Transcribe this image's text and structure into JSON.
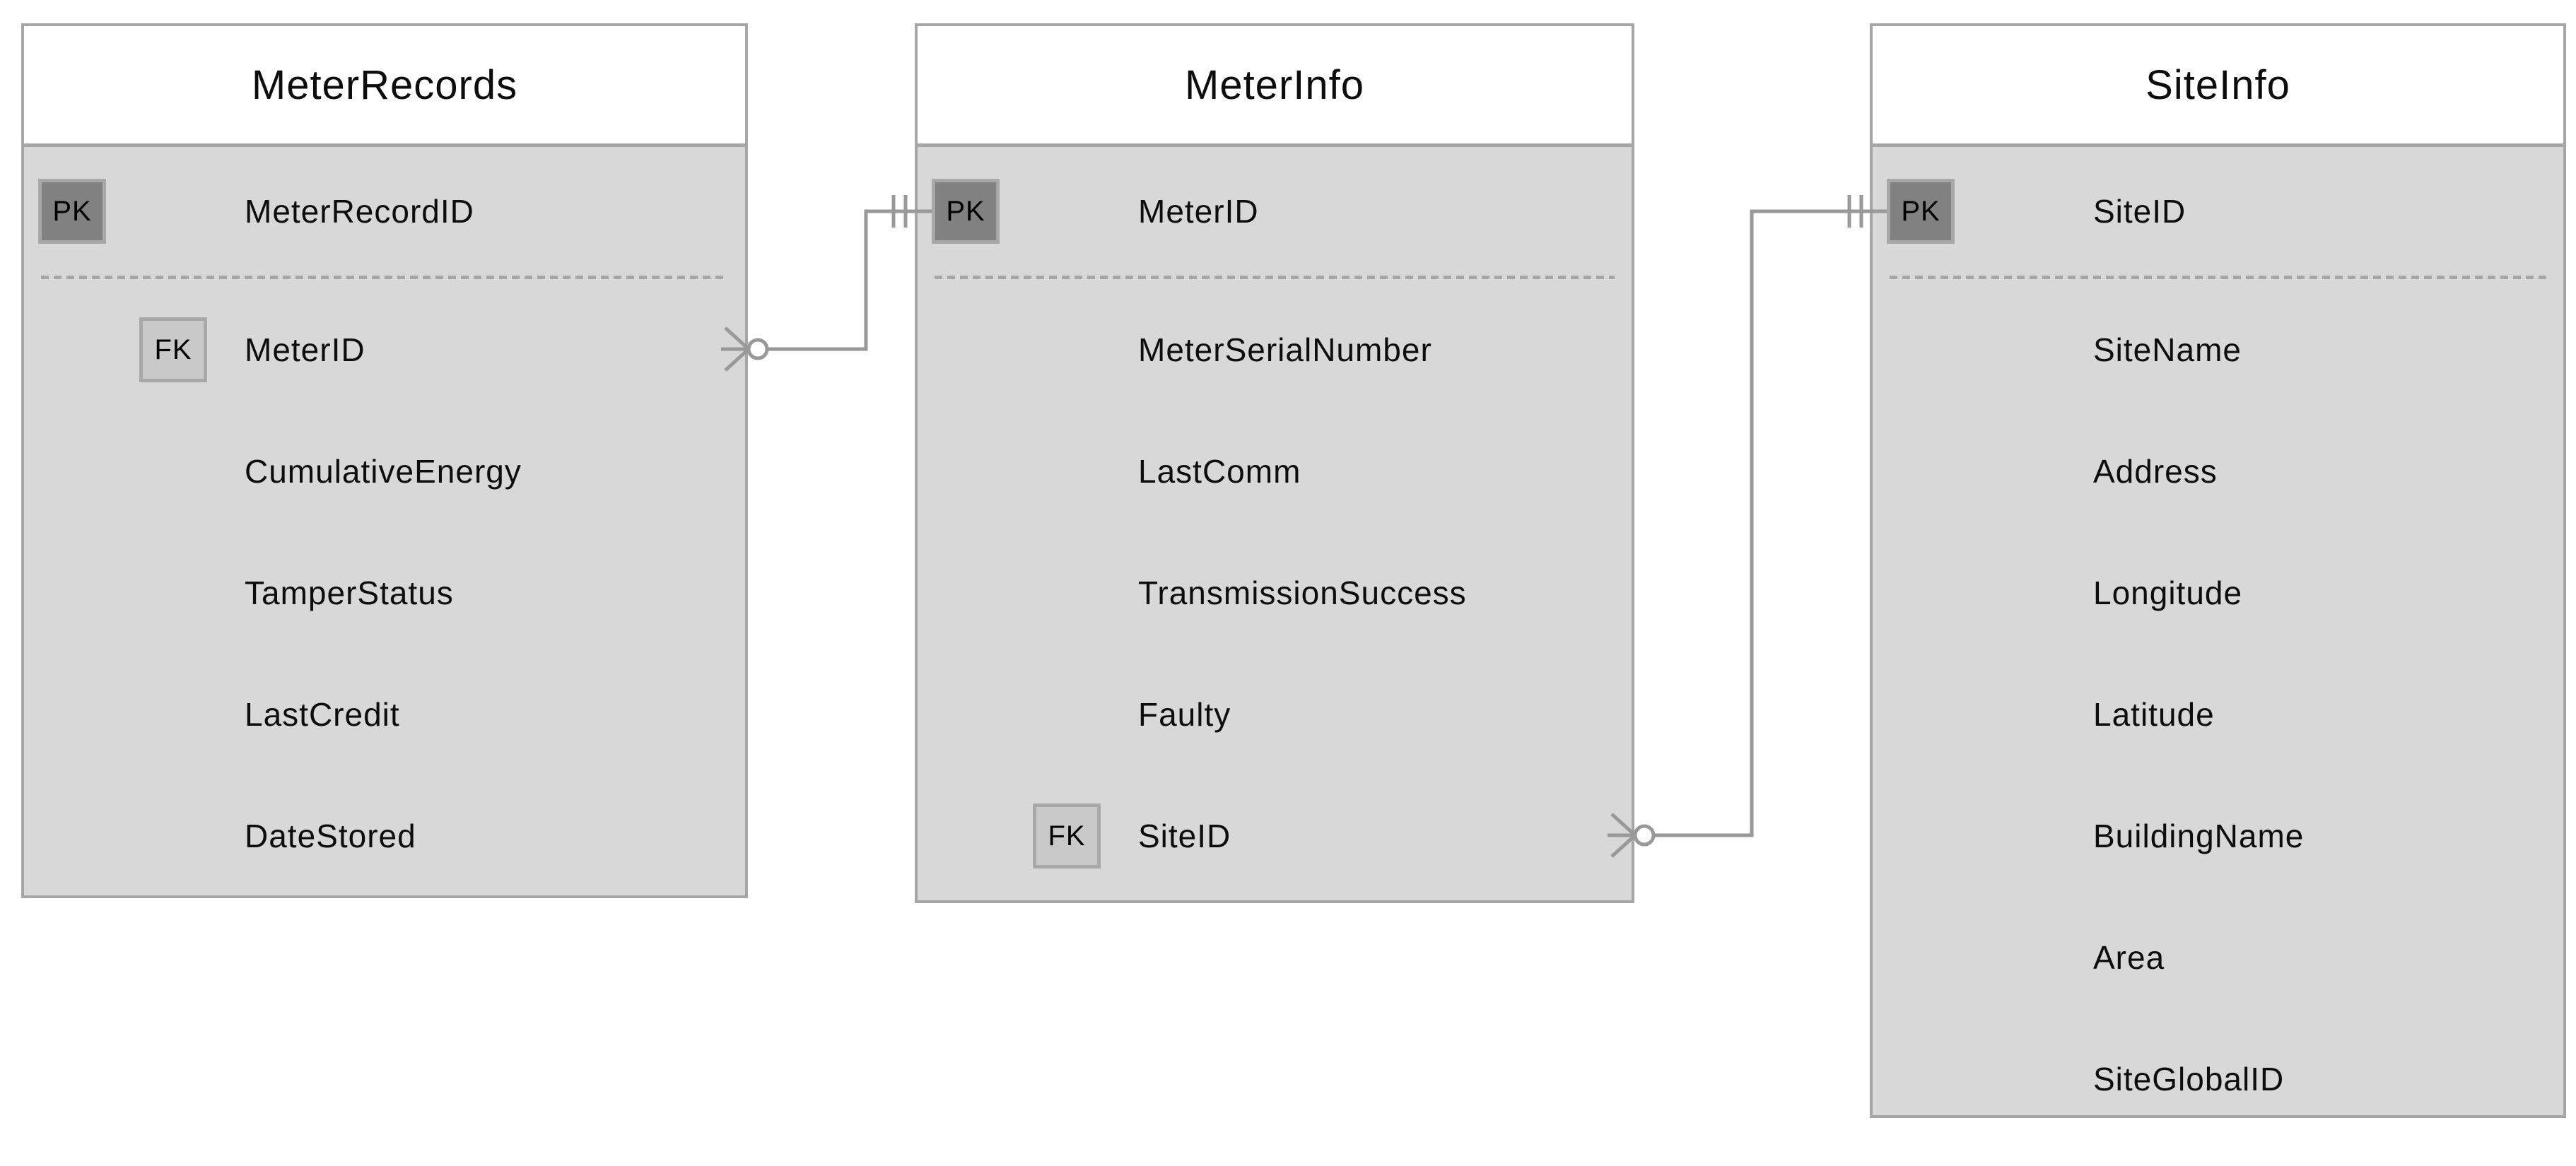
{
  "colors": {
    "canvas_bg": "#ffffff",
    "table_header_bg": "#ffffff",
    "table_body_bg": "#d8d8d8",
    "table_border": "#a6a6a6",
    "pk_badge_bg": "#818181",
    "fk_badge_bg": "#c9c9c9",
    "badge_border": "#a8a8a8",
    "dash_color": "#a6a6a6",
    "connector": "#999999",
    "text_color": "#0d0d0d",
    "badge_text": "#000000"
  },
  "tables": [
    {
      "title": "MeterRecords",
      "primary_key": {
        "badge": "PK",
        "name": "MeterRecordID"
      },
      "columns": [
        {
          "badge": "FK",
          "name": "MeterID"
        },
        {
          "badge": "",
          "name": "CumulativeEnergy"
        },
        {
          "badge": "",
          "name": "TamperStatus"
        },
        {
          "badge": "",
          "name": "LastCredit"
        },
        {
          "badge": "",
          "name": "DateStored"
        }
      ]
    },
    {
      "title": "MeterInfo",
      "primary_key": {
        "badge": "PK",
        "name": "MeterID"
      },
      "columns": [
        {
          "badge": "",
          "name": "MeterSerialNumber"
        },
        {
          "badge": "",
          "name": "LastComm"
        },
        {
          "badge": "",
          "name": "TransmissionSuccess"
        },
        {
          "badge": "",
          "name": "Faulty"
        },
        {
          "badge": "FK",
          "name": "SiteID"
        }
      ]
    },
    {
      "title": "SiteInfo",
      "primary_key": {
        "badge": "PK",
        "name": "SiteID"
      },
      "columns": [
        {
          "badge": "",
          "name": "SiteName"
        },
        {
          "badge": "",
          "name": "Address"
        },
        {
          "badge": "",
          "name": "Longitude"
        },
        {
          "badge": "",
          "name": "Latitude"
        },
        {
          "badge": "",
          "name": "BuildingName"
        },
        {
          "badge": "",
          "name": "Area"
        },
        {
          "badge": "",
          "name": "SiteGlobalID"
        }
      ]
    }
  ],
  "relationships": [
    {
      "from_table": "MeterRecords",
      "from_column": "MeterID",
      "from_cardinality": "zero-or-many",
      "to_table": "MeterInfo",
      "to_column": "MeterID",
      "to_cardinality": "one-and-only-one"
    },
    {
      "from_table": "MeterInfo",
      "from_column": "SiteID",
      "from_cardinality": "zero-or-many",
      "to_table": "SiteInfo",
      "to_column": "SiteID",
      "to_cardinality": "one-and-only-one"
    }
  ]
}
